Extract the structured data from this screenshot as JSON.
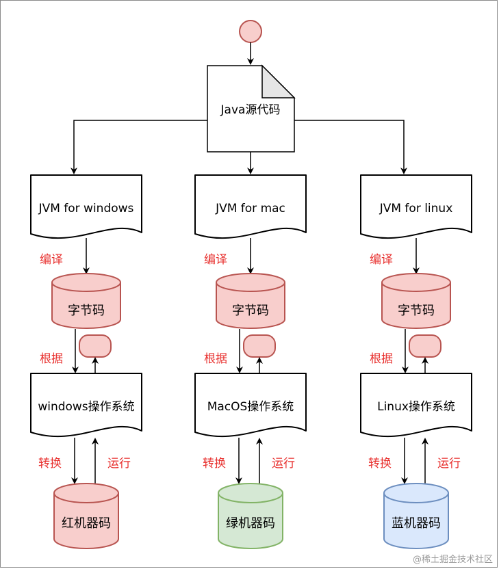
{
  "source_label": "Java源代码",
  "columns": [
    {
      "jvm": "JVM for windows",
      "compile": "编译",
      "bytecode": "字节码",
      "based_on": "根据",
      "os": "windows操作系统",
      "convert": "转换",
      "run": "运行",
      "machine_code": "红机器码",
      "machine_color": "red"
    },
    {
      "jvm": "JVM for mac",
      "compile": "编译",
      "bytecode": "字节码",
      "based_on": "根据",
      "os": "MacOS操作系统",
      "convert": "转换",
      "run": "运行",
      "machine_code": "绿机器码",
      "machine_color": "green"
    },
    {
      "jvm": "JVM for linux",
      "compile": "编译",
      "bytecode": "字节码",
      "based_on": "根据",
      "os": "Linux操作系统",
      "convert": "转换",
      "run": "运行",
      "machine_code": "蓝机器码",
      "machine_color": "blue"
    }
  ],
  "watermark": "@稀土掘金技术社区",
  "colors": {
    "red_fill": "#f8cecc",
    "red_stroke": "#b85450",
    "green_fill": "#d5e8d4",
    "green_stroke": "#82b366",
    "blue_fill": "#dae8fc",
    "blue_stroke": "#6c8ebf",
    "edge_label": "#e8312f",
    "line": "#000000"
  }
}
